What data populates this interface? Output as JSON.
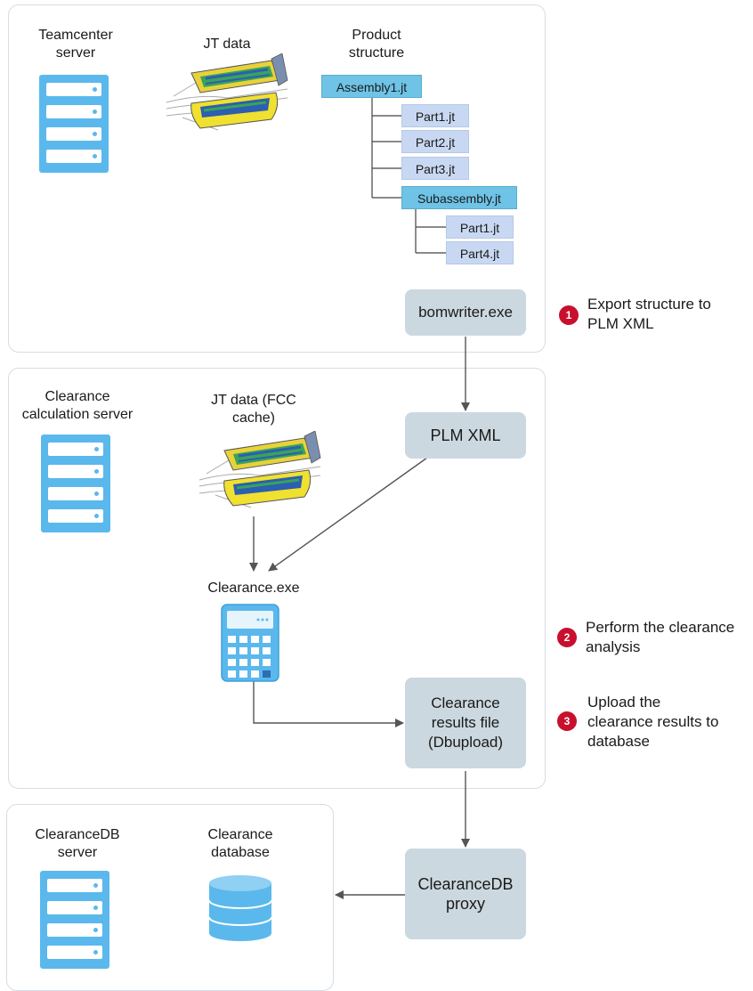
{
  "panels": {
    "teamcenter": {
      "server_label": "Teamcenter\nserver",
      "jt_label": "JT data",
      "structure_label": "Product\nstructure",
      "tree": {
        "assembly": "Assembly1.jt",
        "part1": "Part1.jt",
        "part2": "Part2.jt",
        "part3": "Part3.jt",
        "subassembly": "Subassembly.jt",
        "sub_part1": "Part1.jt",
        "sub_part4": "Part4.jt"
      },
      "process_box": "bomwriter.exe"
    },
    "clearance_server": {
      "server_label": "Clearance\ncalculation server",
      "jt_label": "JT data (FCC\ncache)",
      "plm_box": "PLM XML",
      "exe_label": "Clearance.exe",
      "results_box": "Clearance\nresults file\n(Dbupload)"
    },
    "clearancedb": {
      "server_label": "ClearanceDB\nserver",
      "db_label": "Clearance\ndatabase",
      "proxy_box": "ClearanceDB\nproxy"
    }
  },
  "steps": [
    {
      "num": "1",
      "text": "Export structure to\nPLM XML"
    },
    {
      "num": "2",
      "text": "Perform the clearance\nanalysis"
    },
    {
      "num": "3",
      "text": "Upload the\nclearance results to\ndatabase"
    }
  ],
  "colors": {
    "server": "#5bb8ec",
    "process_box": "#cbd8df",
    "assembly_node": "#6ec3e6",
    "part_node": "#c9d8f2",
    "step_badge": "#c8102e",
    "panel_border": "#d6dde4"
  }
}
